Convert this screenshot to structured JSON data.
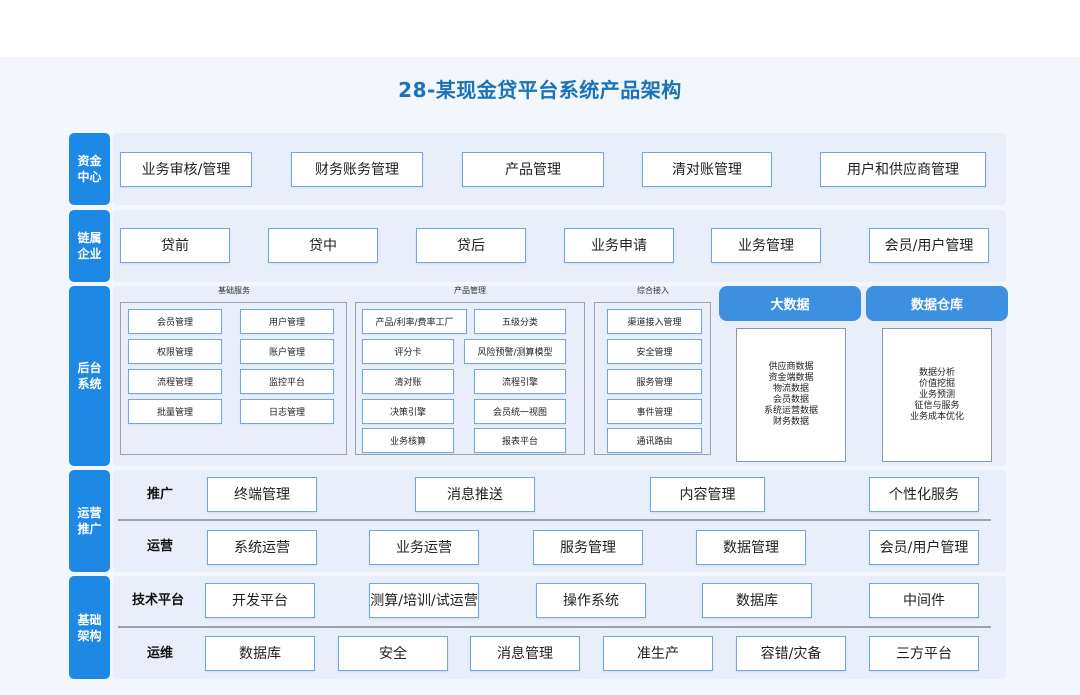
{
  "title": "28-某现金贷平台系统产品架构",
  "sections": {
    "funds": "资金中心",
    "chain": "链属企业",
    "backend": "后台系统",
    "ops": "运营推广",
    "infra": "基础架构"
  },
  "funds_items": [
    "业务审核/管理",
    "财务账务管理",
    "产品管理",
    "清对账管理",
    "用户和供应商管理"
  ],
  "chain_items": [
    "贷前",
    "贷中",
    "贷后",
    "业务申请",
    "业务管理",
    "会员/用户管理"
  ],
  "backend": {
    "basic": {
      "title": "基础服务",
      "items": [
        "会员管理",
        "用户管理",
        "权限管理",
        "账户管理",
        "流程管理",
        "监控平台",
        "批量管理",
        "日志管理"
      ]
    },
    "product": {
      "title": "产品管理",
      "items": [
        "产品/利率/费率工厂",
        "五级分类",
        "评分卡",
        "风险预警/测算模型",
        "清对账",
        "流程引擎",
        "决策引擎",
        "会员统一视图",
        "业务核算",
        "报表平台"
      ]
    },
    "access": {
      "title": "综合接入",
      "items": [
        "渠道接入管理",
        "安全管理",
        "服务管理",
        "事件管理",
        "通讯路由"
      ]
    },
    "bigdata": {
      "title": "大数据",
      "text": "供应商数据\n资金端数据\n物流数据\n会员数据\n系统运营数据\n财务数据"
    },
    "warehouse": {
      "title": "数据仓库",
      "text": "数据分析\n价值挖掘\n业务预测\n征信与服务\n业务成本优化"
    }
  },
  "ops": {
    "promo_label": "推广",
    "promo_items": [
      "终端管理",
      "消息推送",
      "内容管理",
      "个性化服务"
    ],
    "run_label": "运营",
    "run_items": [
      "系统运营",
      "业务运营",
      "服务管理",
      "数据管理",
      "会员/用户管理"
    ]
  },
  "infra": {
    "tech_label": "技术平台",
    "tech_items": [
      "开发平台",
      "测算/培训/试运营",
      "操作系统",
      "数据库",
      "中间件"
    ],
    "om_label": "运维",
    "om_items": [
      "数据库",
      "安全",
      "消息管理",
      "准生产",
      "容错/灾备",
      "三方平台"
    ]
  },
  "colors": {
    "accent": "#1e88e5",
    "title": "#1a73b8",
    "header": "#3d8fe0",
    "panel": "#e8eefa"
  }
}
